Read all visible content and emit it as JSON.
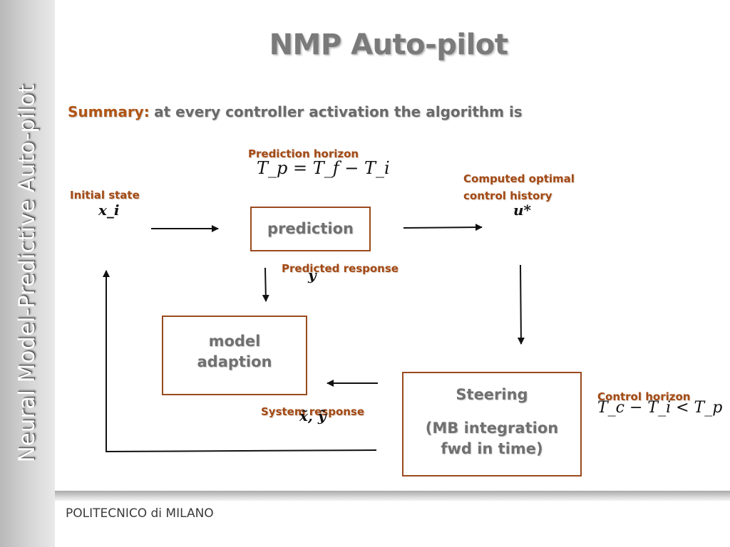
{
  "sidebar": {
    "title": "Neural Model-Predictive Auto-pilot"
  },
  "slide": {
    "title": "NMP Auto-pilot",
    "summary_lead": "Summary:",
    "summary_rest": "at every controller activation the algorithm is"
  },
  "diagram": {
    "prediction_horizon_label": "Prediction horizon",
    "prediction_horizon_formula": "T_p = T_f − T_i",
    "initial_state_label": "Initial state",
    "initial_state_symbol": "x_i",
    "prediction_box": "prediction",
    "computed_label_line1": "Computed optimal",
    "computed_label_line2": "control history",
    "optimal_control_symbol": "u*",
    "predicted_response_label": "Predicted response",
    "predicted_response_symbol": "y",
    "model_box_line1": "model",
    "model_box_line2": "adaption",
    "steering_title": "Steering",
    "steering_line1": "(MB integration",
    "steering_line2": "fwd in time)",
    "system_response_label": "System response",
    "system_response_symbol": "x̃, ỹ",
    "control_horizon_label": "Control horizon",
    "control_horizon_formula": "T_c − T_i < T_p"
  },
  "footer": {
    "institution": "POLITECNICO di MILANO"
  },
  "colors": {
    "accent": "#a24a16",
    "box_border": "#9a4a1e",
    "title_gray": "#7a7a7a"
  }
}
